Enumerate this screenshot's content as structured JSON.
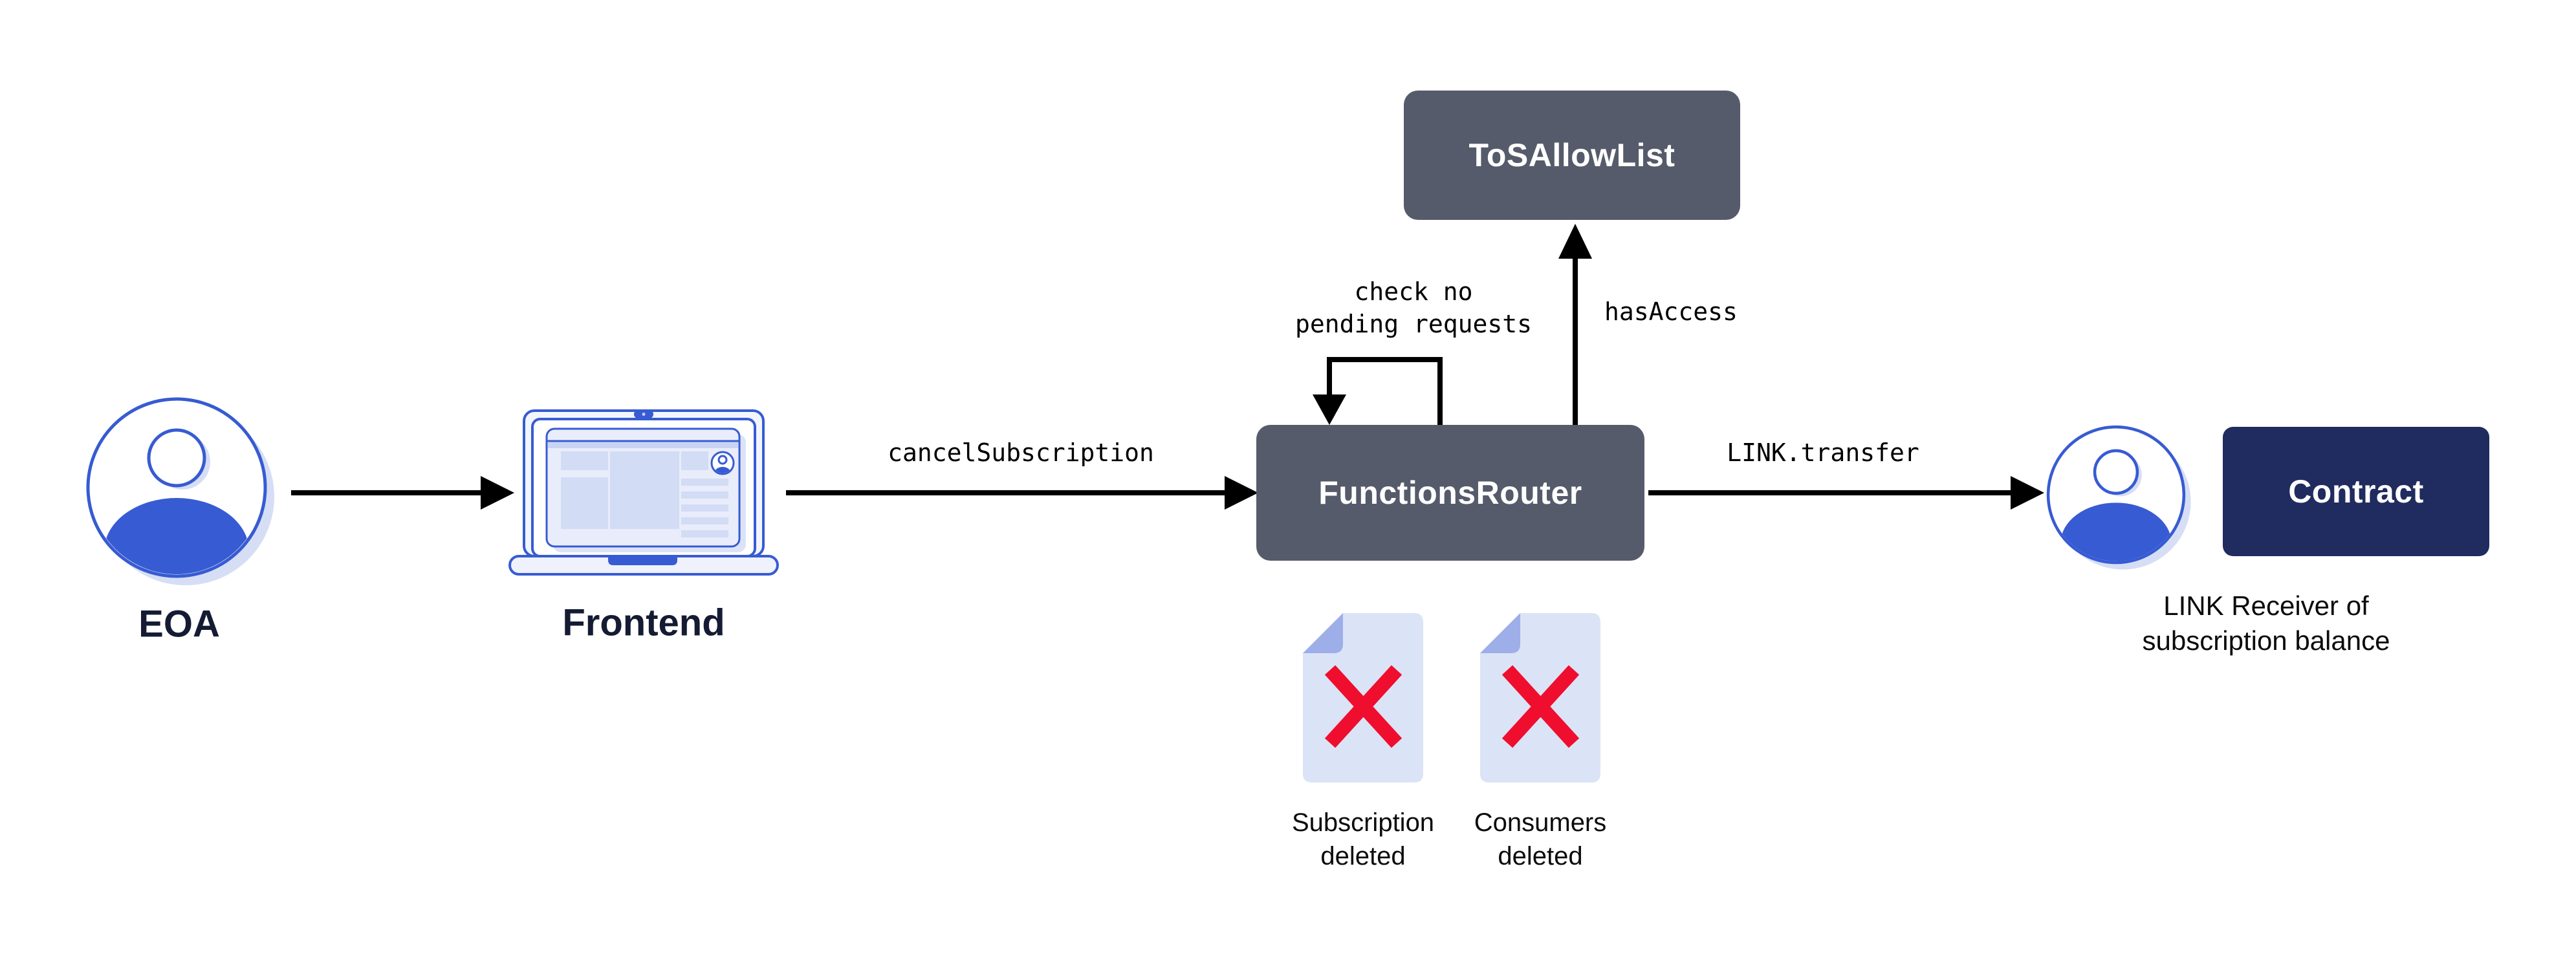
{
  "diagram": {
    "nodes": {
      "eoa": {
        "label": "EOA"
      },
      "frontend": {
        "label": "Frontend"
      },
      "functions_router": {
        "label": "FunctionsRouter"
      },
      "tos_allow_list": {
        "label": "ToSAllowList"
      },
      "contract": {
        "label": "Contract"
      },
      "link_receiver": {
        "caption_line1": "LINK Receiver of",
        "caption_line2": "subscription balance"
      }
    },
    "edges": {
      "cancel_subscription": {
        "label": "cancelSubscription"
      },
      "link_transfer": {
        "label": "LINK.transfer"
      },
      "has_access": {
        "label": "hasAccess"
      },
      "check_loop": {
        "label_line1": "check no",
        "label_line2": "pending requests"
      }
    },
    "artifacts": {
      "subscription_deleted": {
        "label_line1": "Subscription",
        "label_line2": "deleted"
      },
      "consumers_deleted": {
        "label_line1": "Consumers",
        "label_line2": "deleted"
      }
    },
    "icons": {
      "eoa": "person-avatar-icon",
      "frontend": "laptop-icon",
      "link_receiver": "person-avatar-icon",
      "deleted_documents": "document-x-icon"
    },
    "colors": {
      "background": "#FFFFFF",
      "router_box": "#555B6A",
      "tos_box": "#555B6A",
      "contract_box": "#202B5F",
      "brand_blue": "#375BD2",
      "icon_shadow": "#D6DEF5",
      "doc_body": "#DBE3F6",
      "doc_fold": "#9DAEE9",
      "delete_x_red": "#EF0E2E",
      "arrow_black": "#000000",
      "label_navy": "#141B33",
      "text_black": "#0B0B0B"
    }
  }
}
